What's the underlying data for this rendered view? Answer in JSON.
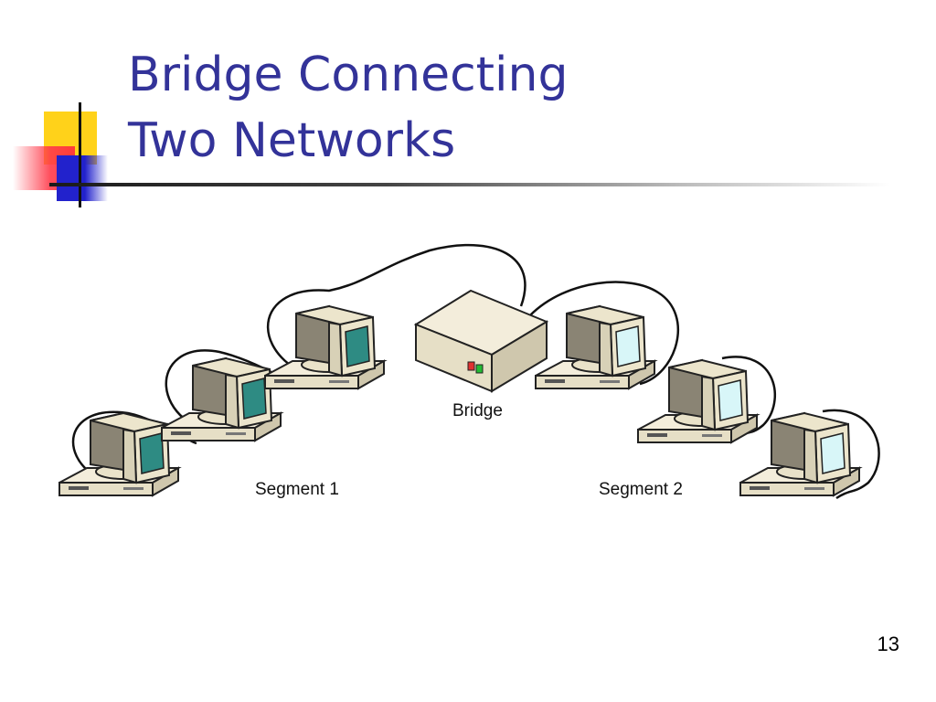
{
  "slide": {
    "title_line1": "Bridge Connecting",
    "title_line2": "Two Networks",
    "page_number": "13"
  },
  "diagram": {
    "bridge_label": "Bridge",
    "segment1_label": "Segment 1",
    "segment2_label": "Segment 2",
    "segment1_screen_color": "#2e8b83",
    "segment2_screen_color": "#d8f6f8",
    "device_color": "#efe8d2",
    "bridge_led_colors": [
      "#e03030",
      "#22bb33"
    ],
    "segment1_computer_count": 3,
    "segment2_computer_count": 3
  },
  "colors": {
    "title": "#333399"
  }
}
